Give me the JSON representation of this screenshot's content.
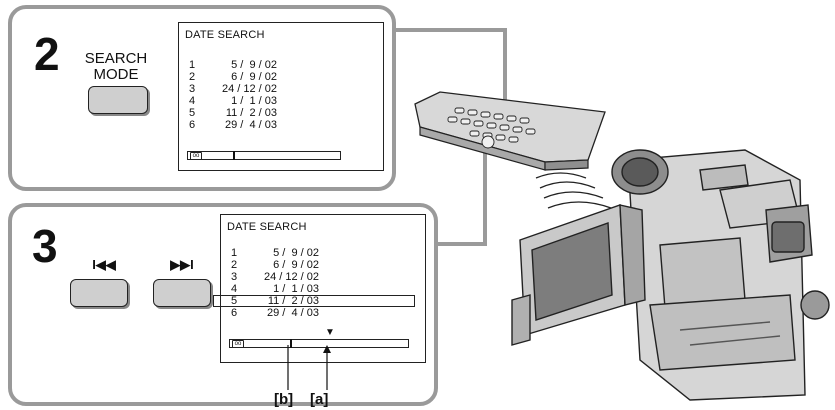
{
  "step2": {
    "number": "2",
    "button_caption_line1": "SEARCH",
    "button_caption_line2": "MODE",
    "screen": {
      "title": "DATE SEARCH",
      "entries": [
        {
          "index": "1",
          "date": "5 /  9 / 02"
        },
        {
          "index": "2",
          "date": "6 /  9 / 02"
        },
        {
          "index": "3",
          "date": "24 / 12 / 02"
        },
        {
          "index": "4",
          "date": "1 /  1 / 03"
        },
        {
          "index": "5",
          "date": "11 /  2 / 03"
        },
        {
          "index": "6",
          "date": "29 /  4 / 03"
        }
      ]
    }
  },
  "step3": {
    "number": "3",
    "prev_button_symbol": "I◀◀",
    "next_button_symbol": "▶▶I",
    "screen": {
      "title": "DATE SEARCH",
      "highlighted_index": 5,
      "entries": [
        {
          "index": "1",
          "date": "5 /  9 / 02"
        },
        {
          "index": "2",
          "date": "6 /  9 / 02"
        },
        {
          "index": "3",
          "date": "24 / 12 / 02"
        },
        {
          "index": "4",
          "date": "1 /  1 / 03"
        },
        {
          "index": "5",
          "date": "11 /  2 / 03"
        },
        {
          "index": "6",
          "date": "29 /  4 / 03"
        }
      ]
    },
    "marker_b": "[b]",
    "marker_a": "[a]"
  },
  "colors": {
    "panel_border": "#9a9a9a",
    "button_fill": "#cfcfcf",
    "device_fill": "#d8d8d8"
  }
}
